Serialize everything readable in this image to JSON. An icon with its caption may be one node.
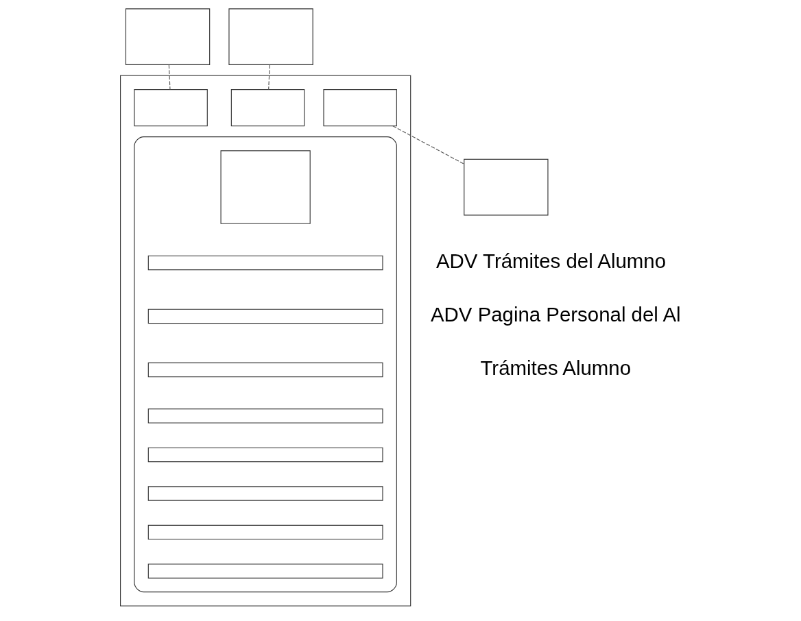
{
  "diagram": {
    "nodes": [
      {
        "text": [],
        "shape": "box"
      },
      {
        "text": [],
        "shape": "box"
      },
      {
        "text": [],
        "shape": "box"
      },
      {
        "text": [],
        "shape": "box",
        "in": 2
      },
      {
        "text": [],
        "shape": "box",
        "in": 2
      },
      {
        "text": [],
        "shape": "box",
        "in": 2
      },
      {
        "text": [],
        "shape": "box",
        "in": 2
      },
      {
        "text": [],
        "shape": "box",
        "in": 6
      },
      {
        "text": [],
        "shape": "bar",
        "in": 6
      },
      {
        "text": [],
        "shape": "bar",
        "in": 6
      },
      {
        "text": [],
        "shape": "bar",
        "in": 6
      },
      {
        "text": [],
        "shape": "bar",
        "in": 6
      },
      {
        "text": [],
        "shape": "bar",
        "in": 6
      },
      {
        "text": [],
        "shape": "bar",
        "in": 6
      },
      {
        "text": [],
        "shape": "bar",
        "in": 6
      },
      {
        "text": [],
        "shape": "bar",
        "in": 6
      },
      {
        "text": [],
        "shape": "box"
      }
    ],
    "edges": [
      {
        "from": 0,
        "to": 3,
        "arrow": "none",
        "style": "dashed"
      },
      {
        "from": 1,
        "to": 4,
        "arrow": "none",
        "style": "dashed"
      },
      {
        "from": 5,
        "to": 16,
        "arrow": "none",
        "style": "dashed"
      }
    ],
    "labels": [
      "ADV Trámites del Alumno",
      "ADV Pagina Personal del Al",
      "Trámites Alumno"
    ]
  }
}
